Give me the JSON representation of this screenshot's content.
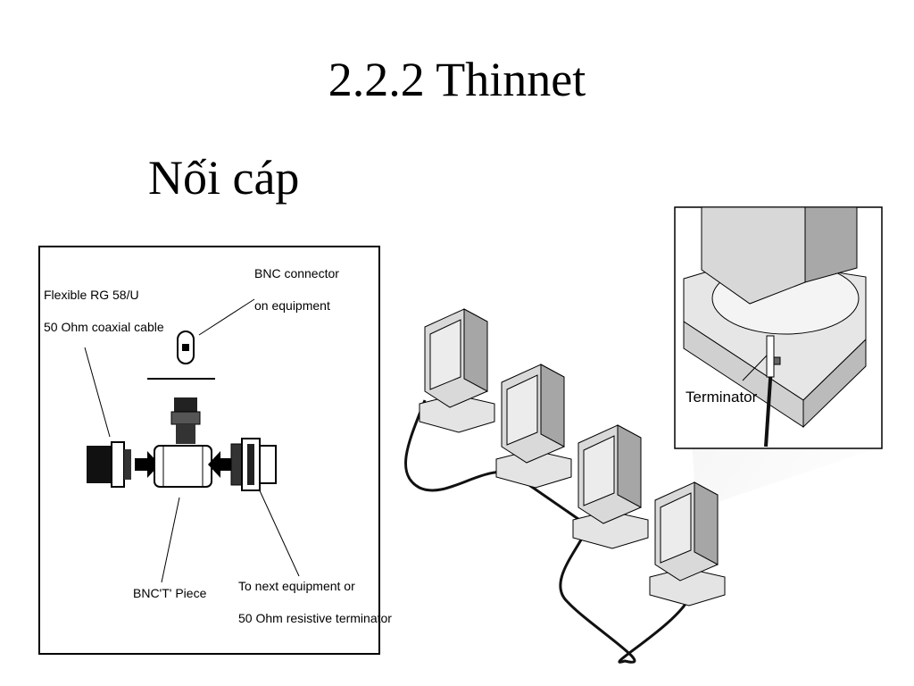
{
  "slide": {
    "title": "2.2.2 Thinnet",
    "subtitle": "Nối cáp"
  },
  "connector_diagram": {
    "cable_label_line1": "Flexible RG 58/U",
    "cable_label_line2": "50 Ohm coaxial cable",
    "bnc_connector_line1": "BNC connector",
    "bnc_connector_line2": "on equipment",
    "t_piece_label": "BNC'T' Piece",
    "next_equipment_line1": "To next equipment or",
    "next_equipment_line2": "50 Ohm resistive terminator"
  },
  "network_diagram": {
    "terminator_label": "Terminator",
    "computer_count": 4
  }
}
